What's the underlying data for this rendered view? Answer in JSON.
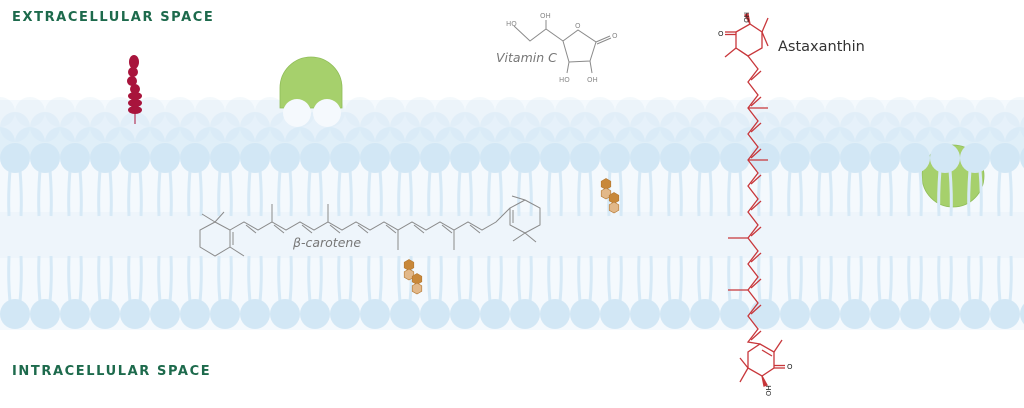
{
  "labels": {
    "extracellular": "EXTRACELLULAR SPACE",
    "intracellular": "INTRACELLULAR SPACE",
    "astaxanthin": "Astaxanthin",
    "vitamin_c": "Vitamin C",
    "beta_carotene": "β-carotene"
  },
  "atoms": {
    "ho": "HO",
    "oh": "OH",
    "o": "O"
  },
  "colors": {
    "region_text": "#1d6a4c",
    "membrane_head": "#d2e7f5",
    "membrane_tail": "#d6e9f6",
    "membrane_band": "#f1f7fc",
    "protein_green": "#a6d06c",
    "protein_red": "#a8143c",
    "astaxanthin": "#c8373b",
    "structure_gray": "#8a8a8a",
    "hexagon_dark": "#c8883a",
    "hexagon_light": "#e2b889"
  }
}
